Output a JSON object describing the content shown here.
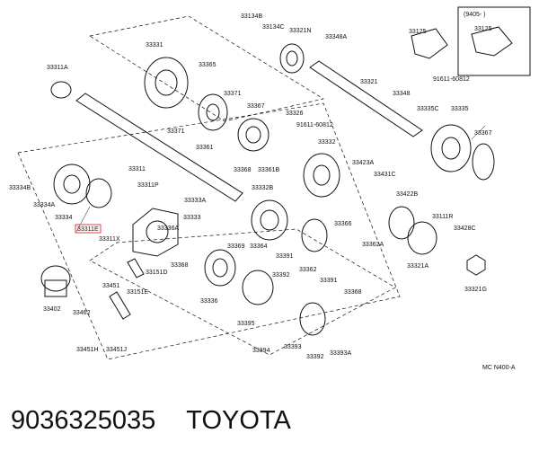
{
  "diagram": {
    "highlight_color": "#dd1111",
    "inset_header": "(9405-        )",
    "footer_code": "MC N400-A",
    "labels": {
      "l33134B": "33134B",
      "l33134C": "33134C",
      "l33321N": "33321N",
      "l33348A": "33348A",
      "l33125a": "33125",
      "l33125b": "33125",
      "l91611a": "91611-60812",
      "l33331": "33331",
      "l33311A": "33311A",
      "l33365": "33365",
      "l33371a": "33371",
      "l33367a": "33367",
      "l33371b": "33371",
      "l33361": "33361",
      "l33326": "33326",
      "l91611b": "91611-60812",
      "l33321": "33321",
      "l33348": "33348",
      "l33335C": "33335C",
      "l33335": "33335",
      "l33367b": "33367",
      "l33311": "33311",
      "l33368a": "33368",
      "l33361B": "33361B",
      "l33332": "33332",
      "l33423A": "33423A",
      "l33431C": "33431C",
      "l33334B": "33334B",
      "l33332B": "33332B",
      "l33311P": "33311P",
      "l33334A": "33334A",
      "l33333A": "33333A",
      "l33422B": "33422B",
      "l33334": "33334",
      "l33333": "33333",
      "l33311E": "33311E",
      "l33336A": "33336A",
      "l33366": "33366",
      "l33111R": "33111R",
      "l33428C": "33428C",
      "l33311X": "33311X",
      "l33369": "33369",
      "l33364": "33364",
      "l33362A": "33362A",
      "l33391a": "33391",
      "l33368b": "33368",
      "l33151D": "33151D",
      "l33362": "33362",
      "l33321A": "33321A",
      "l33392": "33392",
      "l33391b": "33391",
      "l33451": "33451",
      "l33151E": "33151E",
      "l33336": "33336",
      "l33368c": "33368",
      "l33321G": "33321G",
      "l33402": "33402",
      "l33462": "33462",
      "l33395": "33395",
      "l33394": "33394",
      "l33393": "33393",
      "l33451H": "33451H",
      "l33451J": "33451J",
      "l33392b": "33392",
      "l33393A": "33393A"
    }
  },
  "caption": {
    "part_number": "9036325035",
    "brand": "TOYOTA"
  }
}
